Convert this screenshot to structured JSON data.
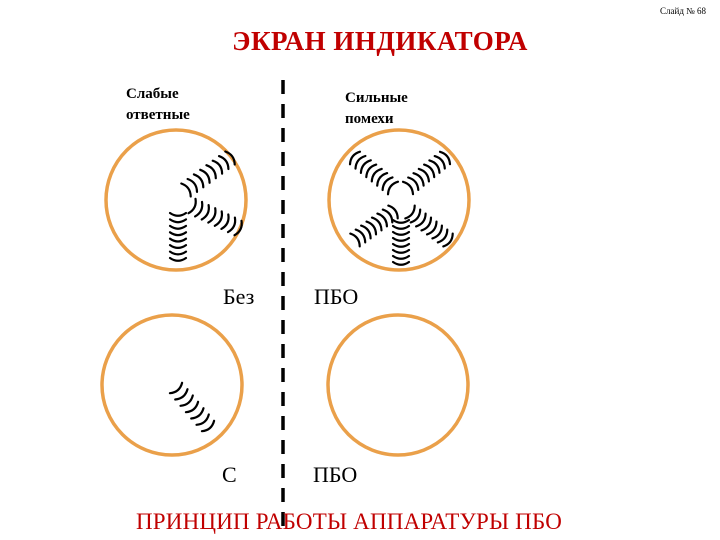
{
  "slide_number": "Слайд № 68",
  "title": "ЭКРАН ИНДИКАТОРА",
  "labels": {
    "weak_line1": "Слабые",
    "weak_line2": "ответные",
    "strong_line1": "Сильные",
    "strong_line2": "помехи",
    "without": "Без",
    "pbo_top": "ПБО",
    "with": "С",
    "pbo_bottom": "ПБО"
  },
  "footer": "ПРИНЦИП РАБОТЫ АППАРАТУРЫ ПБО",
  "colors": {
    "title": "#c00000",
    "circle": "#eaa04a",
    "marks": "#000000",
    "divider": "#000000"
  }
}
